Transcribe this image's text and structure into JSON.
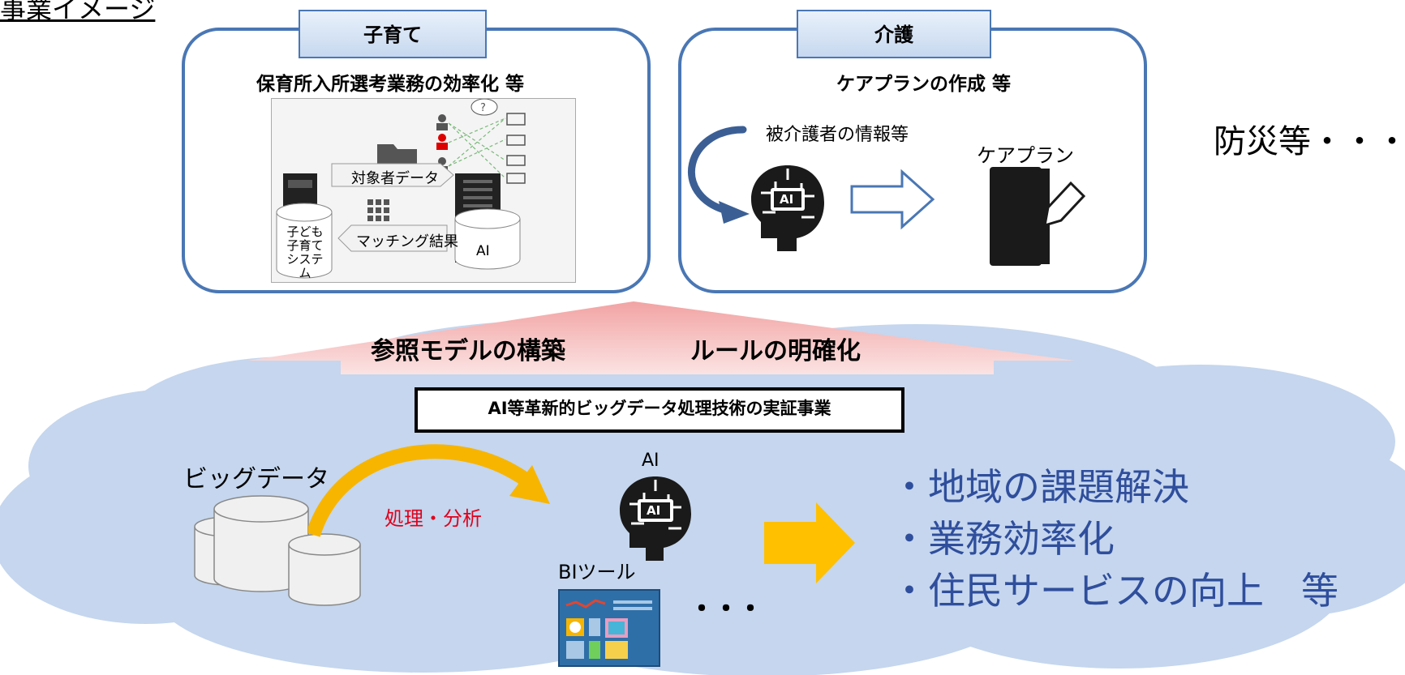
{
  "page_title": "事業イメージ",
  "childcare": {
    "tab": "子育て",
    "heading": "保育所入所選考業務の効率化 等",
    "labels": {
      "target_data": "対象者データ",
      "matching": "マッチング結果",
      "system_line1": "子ども",
      "system_line2": "子育て",
      "system_line3": "システム",
      "ai": "AI"
    }
  },
  "care": {
    "tab": "介護",
    "heading": "ケアプランの作成 等",
    "input_label": "被介護者の情報等",
    "output_label": "ケアプラン",
    "ai_chip": "AI"
  },
  "other": "防災等・・・・",
  "arrow_band": {
    "left": "参照モデルの構築",
    "right": "ルールの明確化"
  },
  "base": {
    "project": "AI等革新的ビッグデータ処理技術の実証事業",
    "bigdata": "ビッグデータ",
    "process": "処理・分析",
    "ai": "AI",
    "ai_chip": "AI",
    "bi": "BIツール",
    "ellipsis": "・・・",
    "outcomes": [
      "・地域の課題解決",
      "・業務効率化",
      "・住民サービスの向上　等"
    ]
  },
  "colors": {
    "panel_border": "#4a77b4",
    "cloud": "#c5d6ee",
    "arrow_band": "#f7c9c9",
    "curve_arrow": "#f7b500",
    "outcome_arrow": "#ffc000",
    "outcome_text": "#2f4e9c",
    "process_text": "#e0001b"
  }
}
